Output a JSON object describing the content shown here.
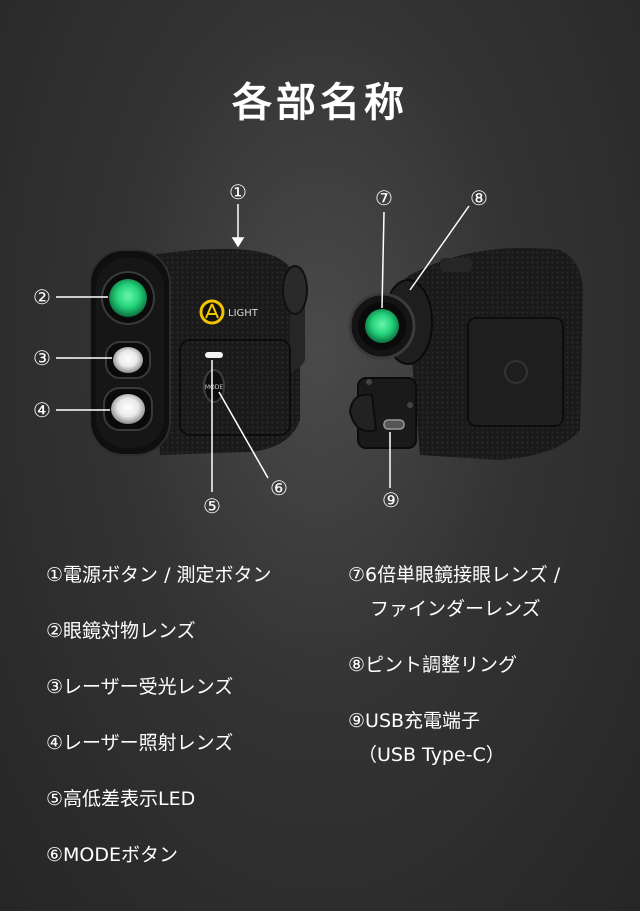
{
  "title": "各部名称",
  "device_left": {
    "logo_text": "LIGHT",
    "mode_label": "MODE"
  },
  "callouts": {
    "c1": "①",
    "c2": "②",
    "c3": "③",
    "c4": "④",
    "c5": "⑤",
    "c6": "⑥",
    "c7": "⑦",
    "c8": "⑧",
    "c9": "⑨"
  },
  "parts_left": [
    "①電源ボタン / 測定ボタン",
    "②眼鏡対物レンズ",
    "③レーザー受光レンズ",
    "④レーザー照射レンズ",
    "⑤高低差表示LED",
    "⑥MODEボタン"
  ],
  "parts_right": [
    "⑦6倍単眼鏡接眼レンズ /",
    "ファインダーレンズ",
    "⑧ピント調整リング",
    "⑨USB充電端子",
    "（USB Type-C）"
  ],
  "colors": {
    "lens_green": "#23d27a",
    "body": "#1b1b1b",
    "accent_yellow": "#f2c400"
  }
}
